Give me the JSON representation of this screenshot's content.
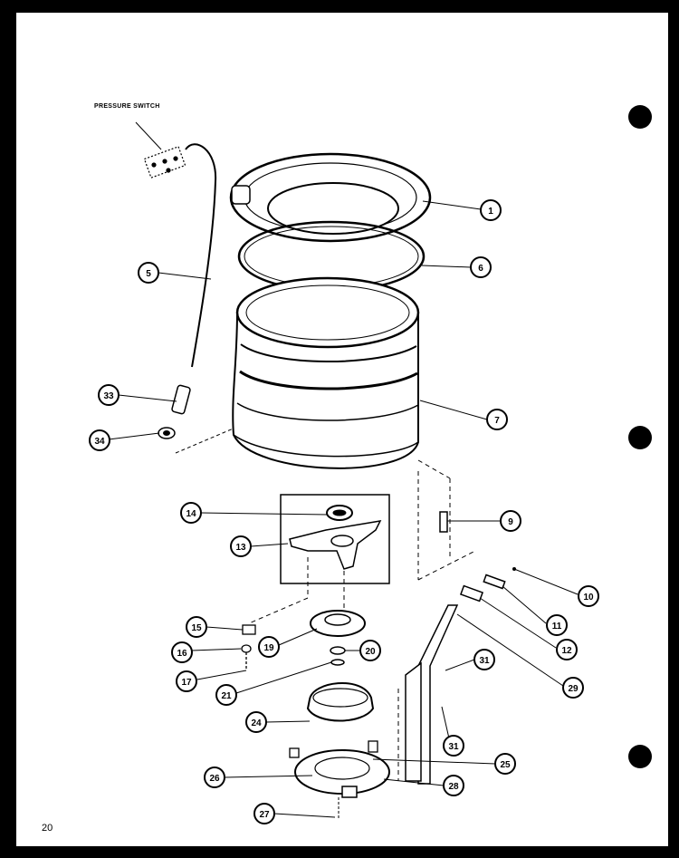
{
  "diagram": {
    "title_label": "PRESSURE SWITCH",
    "page_number": "20",
    "callouts": [
      {
        "id": "1",
        "text": "1"
      },
      {
        "id": "5",
        "text": "5"
      },
      {
        "id": "6",
        "text": "6"
      },
      {
        "id": "7",
        "text": "7"
      },
      {
        "id": "9",
        "text": "9"
      },
      {
        "id": "10",
        "text": "10"
      },
      {
        "id": "11",
        "text": "11"
      },
      {
        "id": "12",
        "text": "12"
      },
      {
        "id": "13",
        "text": "13"
      },
      {
        "id": "14",
        "text": "14"
      },
      {
        "id": "15",
        "text": "15"
      },
      {
        "id": "16",
        "text": "16"
      },
      {
        "id": "17",
        "text": "17"
      },
      {
        "id": "19",
        "text": "19"
      },
      {
        "id": "20",
        "text": "20"
      },
      {
        "id": "21",
        "text": "21"
      },
      {
        "id": "24",
        "text": "24"
      },
      {
        "id": "25",
        "text": "25"
      },
      {
        "id": "26",
        "text": "26"
      },
      {
        "id": "27",
        "text": "27"
      },
      {
        "id": "28",
        "text": "28"
      },
      {
        "id": "29",
        "text": "29"
      },
      {
        "id": "31a",
        "text": "31"
      },
      {
        "id": "31b",
        "text": "31"
      },
      {
        "id": "33",
        "text": "33"
      },
      {
        "id": "34",
        "text": "34"
      }
    ]
  }
}
